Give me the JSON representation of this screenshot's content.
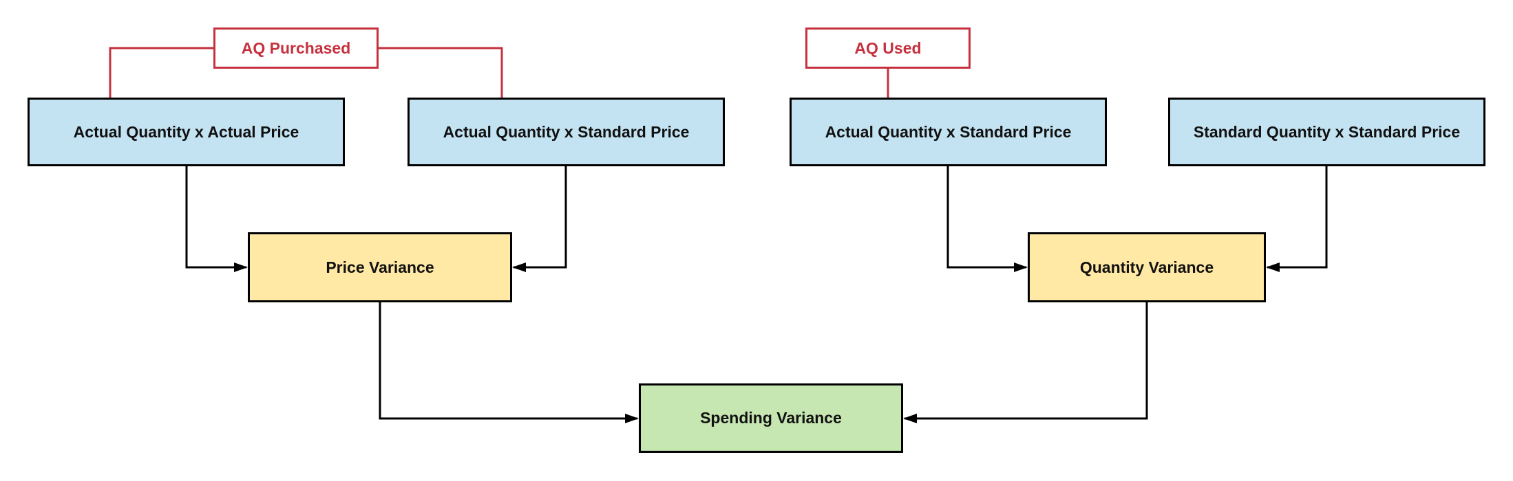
{
  "colors": {
    "background": "#ffffff",
    "node_blue": "#c4e3f2",
    "node_yellow": "#ffe9a4",
    "node_green": "#c6e6b2",
    "annotation_red": "#c5313e",
    "connector_black": "#000000",
    "border_black": "#000000"
  },
  "nodes": {
    "aq_purchased": {
      "label": "AQ Purchased"
    },
    "aq_used": {
      "label": "AQ Used"
    },
    "aq_x_ap": {
      "label": "Actual Quantity x Actual Price"
    },
    "aq_x_sp_purchased": {
      "label": "Actual Quantity x Standard Price"
    },
    "aq_x_sp_used": {
      "label": "Actual Quantity x Standard Price"
    },
    "sq_x_sp": {
      "label": "Standard Quantity x Standard Price"
    },
    "price_variance": {
      "label": "Price Variance"
    },
    "quantity_variance": {
      "label": "Quantity Variance"
    },
    "spending_variance": {
      "label": "Spending Variance"
    }
  },
  "edges": [
    {
      "from": "aq_purchased",
      "to": "aq_x_ap",
      "color": "red"
    },
    {
      "from": "aq_purchased",
      "to": "aq_x_sp_purchased",
      "color": "red"
    },
    {
      "from": "aq_used",
      "to": "aq_x_sp_used",
      "color": "red"
    },
    {
      "from": "aq_x_ap",
      "to": "price_variance",
      "color": "black"
    },
    {
      "from": "aq_x_sp_purchased",
      "to": "price_variance",
      "color": "black"
    },
    {
      "from": "aq_x_sp_used",
      "to": "quantity_variance",
      "color": "black"
    },
    {
      "from": "sq_x_sp",
      "to": "quantity_variance",
      "color": "black"
    },
    {
      "from": "price_variance",
      "to": "spending_variance",
      "color": "black"
    },
    {
      "from": "quantity_variance",
      "to": "spending_variance",
      "color": "black"
    }
  ]
}
